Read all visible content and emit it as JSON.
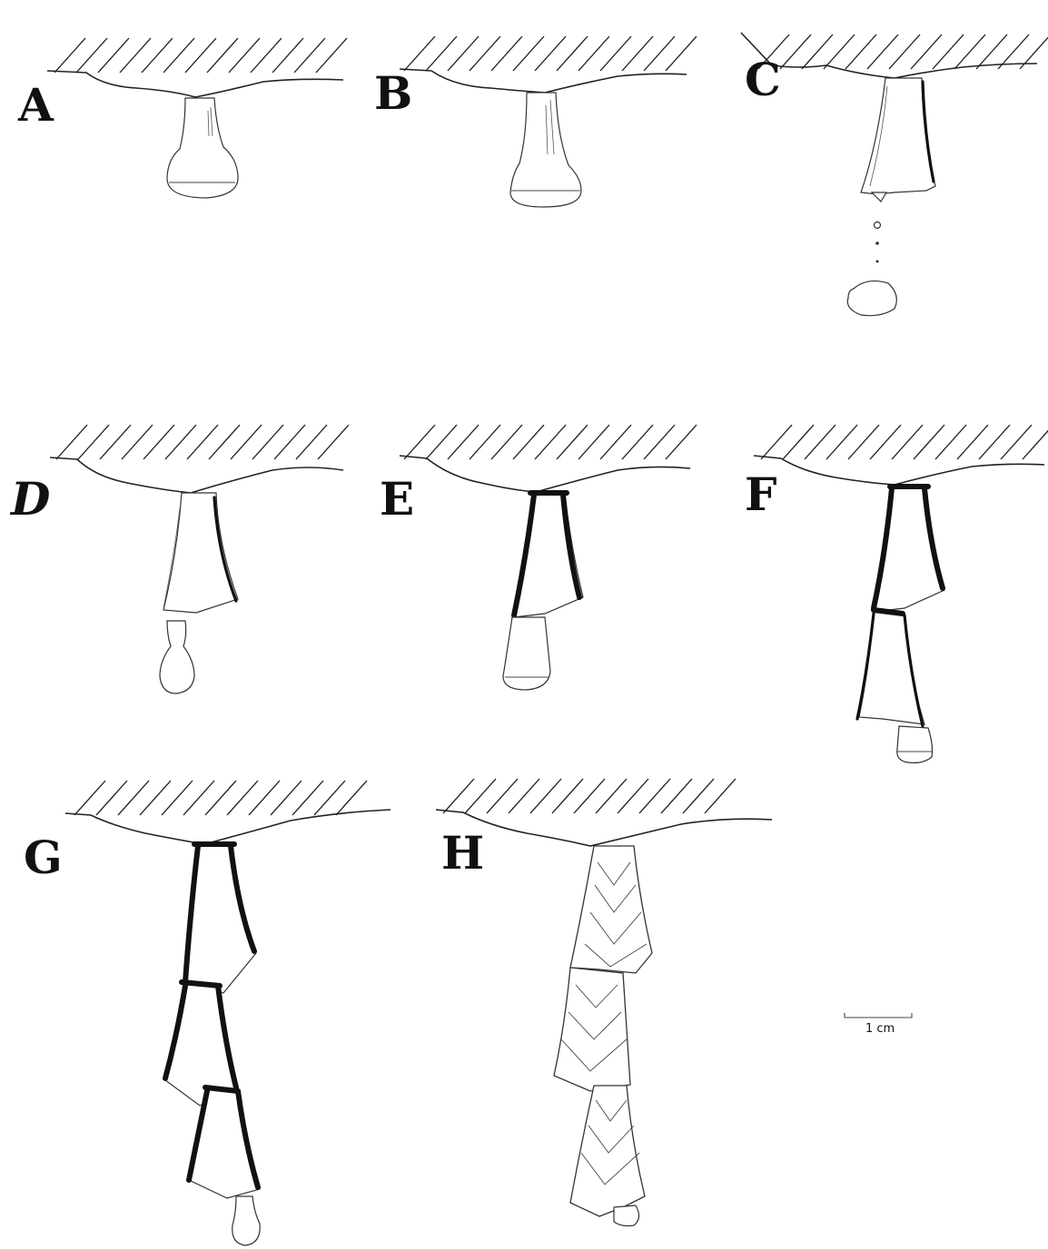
{
  "panels": [
    {
      "id": "A",
      "label": "A"
    },
    {
      "id": "B",
      "label": "B"
    },
    {
      "id": "C",
      "label": "C"
    },
    {
      "id": "D",
      "label": "D"
    },
    {
      "id": "E",
      "label": "E"
    },
    {
      "id": "F",
      "label": "F"
    },
    {
      "id": "G",
      "label": "G"
    },
    {
      "id": "H",
      "label": "H"
    }
  ],
  "scale_bar": {
    "label": "1 cm"
  }
}
